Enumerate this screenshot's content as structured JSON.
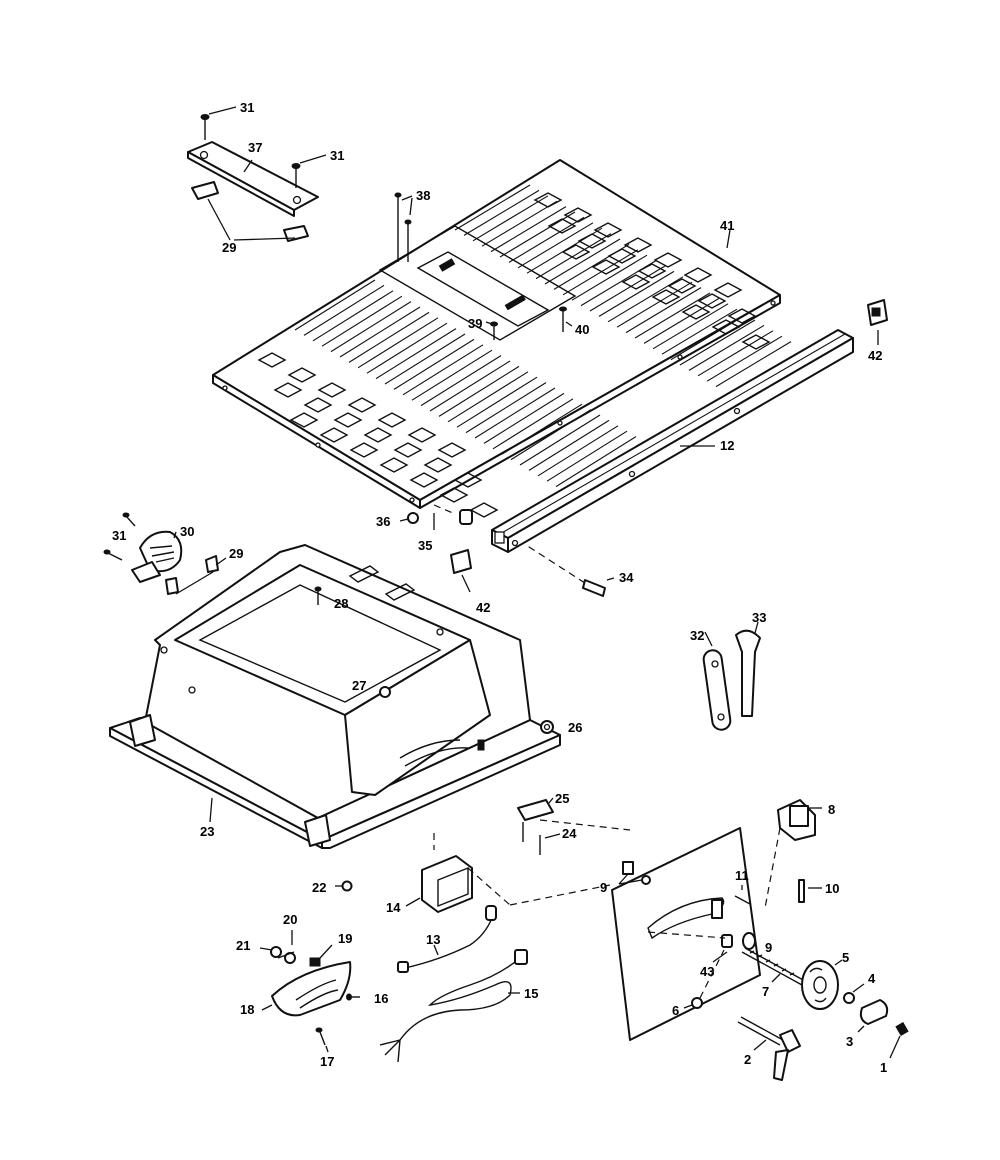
{
  "callouts": [
    {
      "id": "l31a",
      "text": "31"
    },
    {
      "id": "l37",
      "text": "37"
    },
    {
      "id": "l31b",
      "text": "31"
    },
    {
      "id": "l29a",
      "text": "29"
    },
    {
      "id": "l38",
      "text": "38"
    },
    {
      "id": "l41",
      "text": "41"
    },
    {
      "id": "l39",
      "text": "39"
    },
    {
      "id": "l40",
      "text": "40"
    },
    {
      "id": "l42a",
      "text": "42"
    },
    {
      "id": "l12",
      "text": "12"
    },
    {
      "id": "l36",
      "text": "36"
    },
    {
      "id": "l35",
      "text": "35"
    },
    {
      "id": "l30",
      "text": "30"
    },
    {
      "id": "l31c",
      "text": "31"
    },
    {
      "id": "l29b",
      "text": "29"
    },
    {
      "id": "l34",
      "text": "34"
    },
    {
      "id": "l42b",
      "text": "42"
    },
    {
      "id": "l28",
      "text": "28"
    },
    {
      "id": "l32",
      "text": "32"
    },
    {
      "id": "l33",
      "text": "33"
    },
    {
      "id": "l27",
      "text": "27"
    },
    {
      "id": "l26",
      "text": "26"
    },
    {
      "id": "l25",
      "text": "25"
    },
    {
      "id": "l23",
      "text": "23"
    },
    {
      "id": "l24",
      "text": "24"
    },
    {
      "id": "l8",
      "text": "8"
    },
    {
      "id": "l22",
      "text": "22"
    },
    {
      "id": "l14",
      "text": "14"
    },
    {
      "id": "l9a",
      "text": "9"
    },
    {
      "id": "l11",
      "text": "11"
    },
    {
      "id": "l10",
      "text": "10"
    },
    {
      "id": "l20",
      "text": "20"
    },
    {
      "id": "l21",
      "text": "21"
    },
    {
      "id": "l19",
      "text": "19"
    },
    {
      "id": "l13",
      "text": "13"
    },
    {
      "id": "l9b",
      "text": "9"
    },
    {
      "id": "l5",
      "text": "5"
    },
    {
      "id": "l43",
      "text": "43"
    },
    {
      "id": "l7",
      "text": "7"
    },
    {
      "id": "l4",
      "text": "4"
    },
    {
      "id": "l15",
      "text": "15"
    },
    {
      "id": "l18",
      "text": "18"
    },
    {
      "id": "l16",
      "text": "16"
    },
    {
      "id": "l6",
      "text": "6"
    },
    {
      "id": "l3",
      "text": "3"
    },
    {
      "id": "l17",
      "text": "17"
    },
    {
      "id": "l2",
      "text": "2"
    },
    {
      "id": "l1",
      "text": "1"
    }
  ]
}
